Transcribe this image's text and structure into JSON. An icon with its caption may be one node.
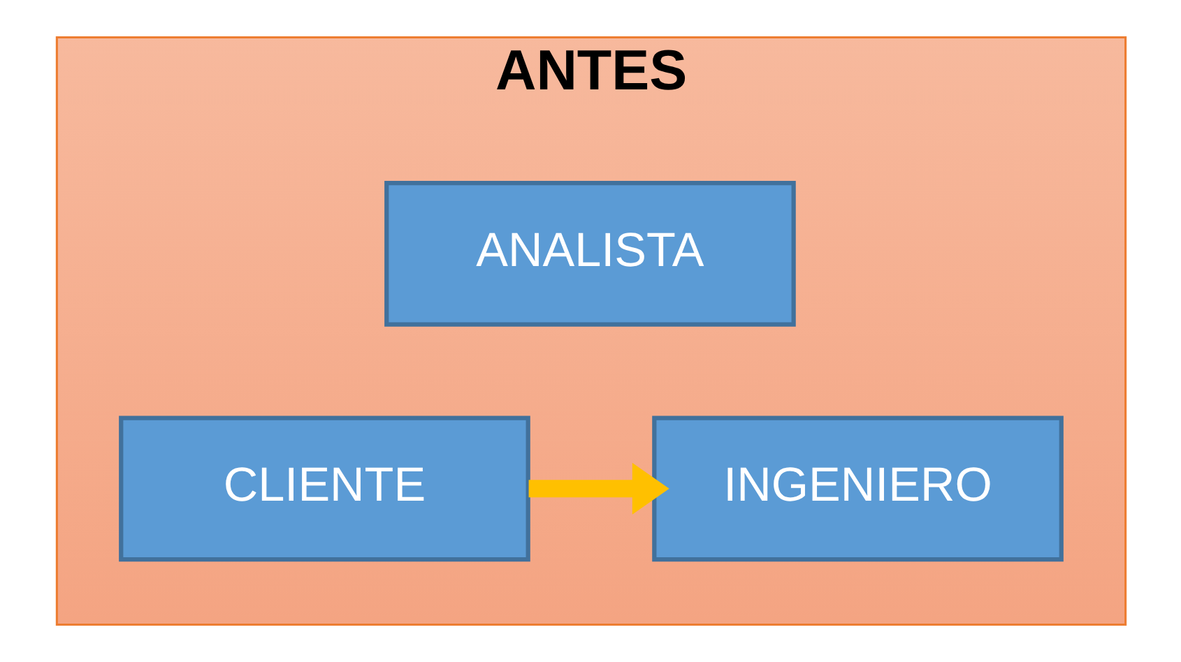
{
  "diagram": {
    "nodes": [
      {
        "text": [
          "ANTES"
        ]
      },
      {
        "text": [
          "ANALISTA"
        ],
        "in": 0
      },
      {
        "text": [
          "CLIENTE"
        ],
        "in": 0
      },
      {
        "text": [
          "INGENIERO"
        ],
        "in": 0
      }
    ],
    "edges": [
      {
        "from": 2,
        "to": 3,
        "arrow": "to",
        "color": "#ffc000"
      }
    ]
  }
}
